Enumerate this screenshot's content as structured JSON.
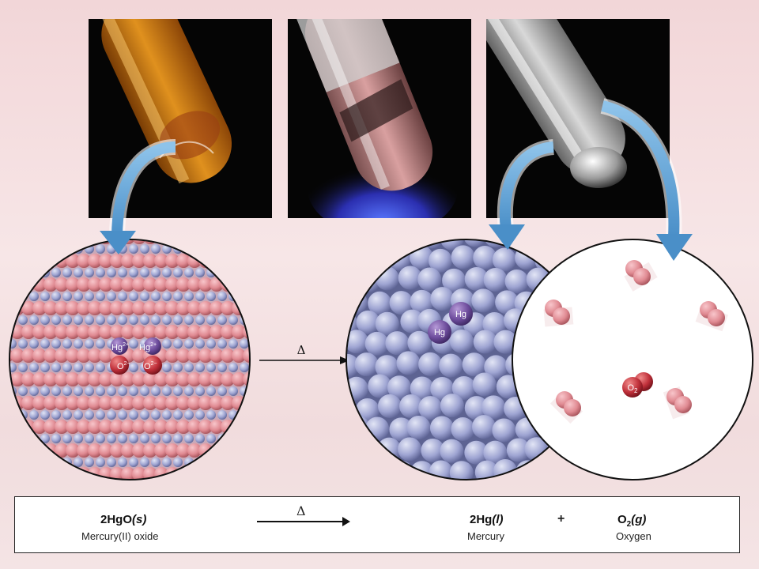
{
  "photos": [
    {
      "name": "orange-test-tube",
      "glow": "#c77a12"
    },
    {
      "name": "heated-test-tube",
      "glow": "#b86a6a"
    },
    {
      "name": "mercury-droplet-tube",
      "glow": "#d9d9d9"
    }
  ],
  "colors": {
    "oxygen_atom": "#e08a92",
    "mercury_atom": "#9ea4d2",
    "highlight_hg": "#6d4c9c",
    "highlight_o": "#c0303a",
    "arrow_fill": "#5a9fd4",
    "flame": "#3b56d8"
  },
  "lattice": {
    "hg_label_1": "Hg",
    "hg_label_2": "Hg",
    "o_label_1": "O",
    "o_label_2": "O",
    "hg_charge": "2+",
    "o_charge": "2−"
  },
  "heat_arrow_symbol": "Δ",
  "mercury_sphere": {
    "label_1": "Hg",
    "label_2": "Hg"
  },
  "oxygen_sphere": {
    "o2_label": "O",
    "o2_subscript": "2"
  },
  "equation": {
    "reactant_coef": "2HgO",
    "reactant_state": "(s)",
    "reactant_name": "Mercury(II) oxide",
    "arrow_symbol": "Δ",
    "product1_coef": "2Hg",
    "product1_state": "(l)",
    "product1_name": "Mercury",
    "plus": "+",
    "product2_formula": "O",
    "product2_subscript": "2",
    "product2_state": "(g)",
    "product2_name": "Oxygen"
  }
}
